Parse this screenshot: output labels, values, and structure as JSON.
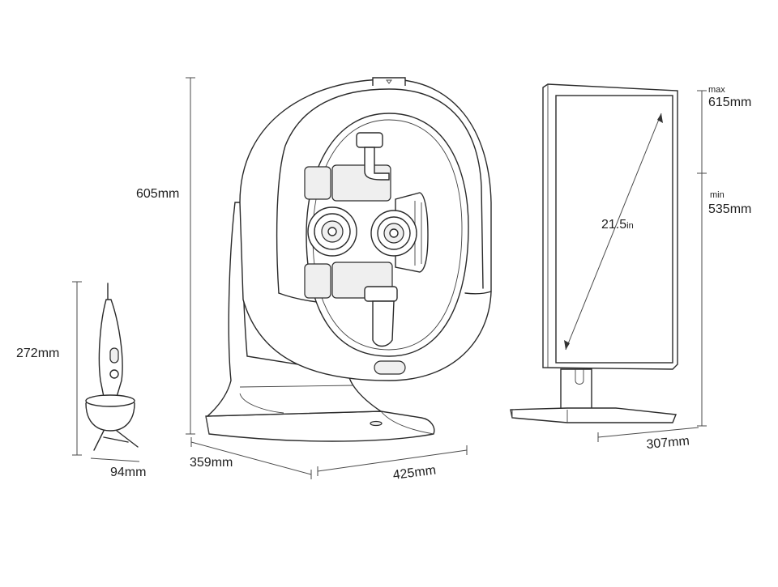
{
  "dimensions": {
    "analyzer_height": "605mm",
    "analyzer_depth": "359mm",
    "analyzer_width": "425mm",
    "probe_height": "272mm",
    "probe_width": "94mm",
    "monitor_max_label": "max",
    "monitor_max_value": "615mm",
    "monitor_min_label": "min",
    "monitor_min_value": "535mm",
    "monitor_diagonal_value": "21.5",
    "monitor_diagonal_unit": "in",
    "monitor_width": "307mm"
  },
  "colors": {
    "line": "#2a2a2a",
    "text": "#1e1e1e",
    "background": "#ffffff"
  }
}
